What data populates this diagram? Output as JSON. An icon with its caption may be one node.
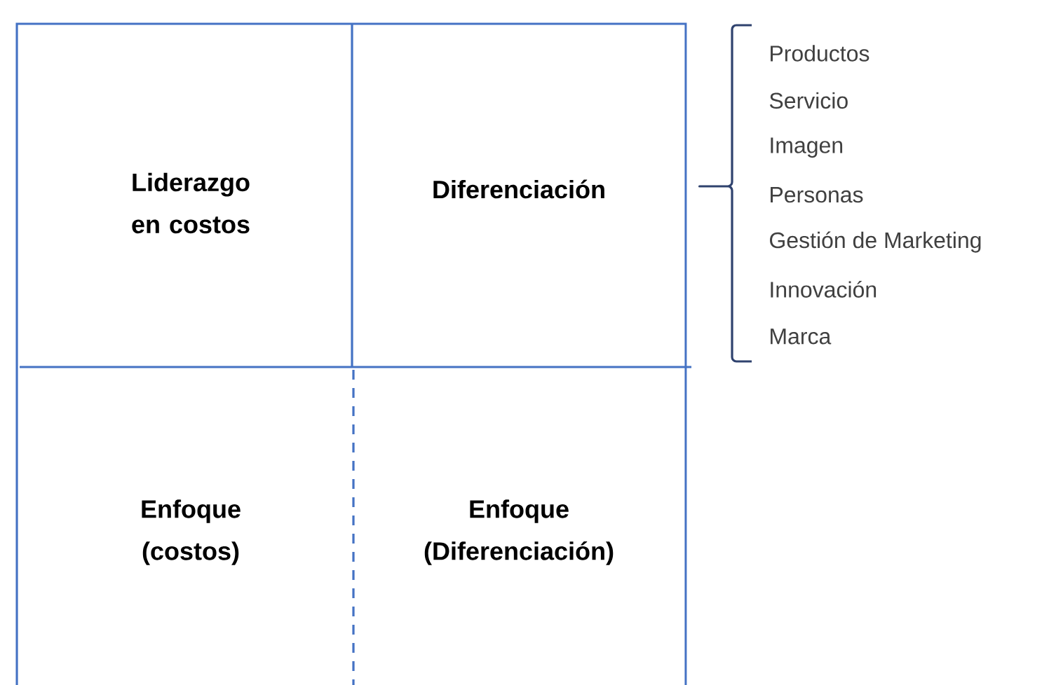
{
  "diagram": {
    "nodes": [
      {
        "text": [
          "Liderazgo en costos"
        ]
      },
      {
        "text": [
          "Diferenciación"
        ]
      },
      {
        "text": [
          "Enfoque (costos)"
        ]
      },
      {
        "text": [
          "Enfoque (Diferenciación)"
        ]
      }
    ],
    "labels": [
      "Productos",
      "Servicio",
      "Imagen",
      "Personas",
      "Gestión de Marketing",
      "Innovación",
      "Marca"
    ]
  }
}
